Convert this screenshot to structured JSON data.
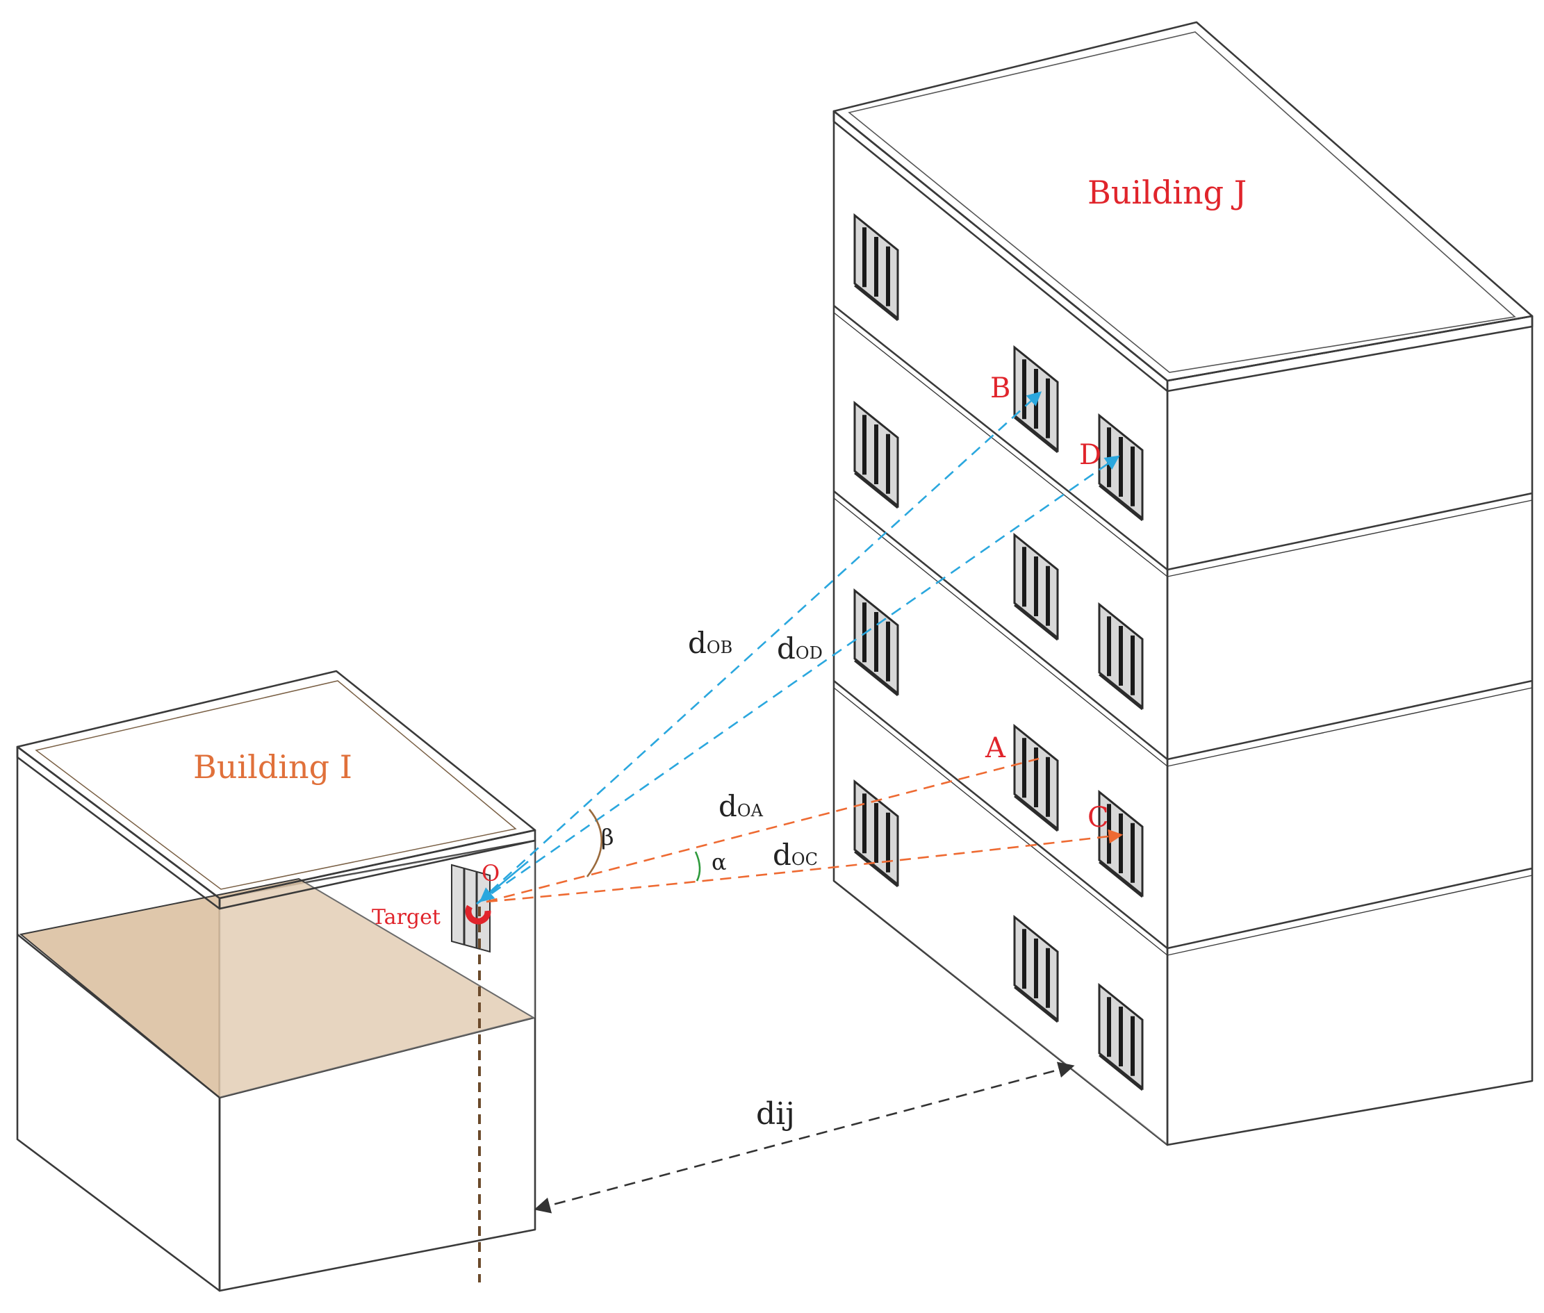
{
  "buildings": {
    "i": {
      "label": "Building I"
    },
    "j": {
      "label": "Building J"
    }
  },
  "labels": {
    "origin": "O",
    "target": "Target",
    "point_a": "A",
    "point_b": "B",
    "point_c": "C",
    "point_d": "D",
    "alpha": "α",
    "beta": "β",
    "d_ob": {
      "main": "d",
      "sub": "OB"
    },
    "d_od": {
      "main": "d",
      "sub": "OD"
    },
    "d_oa": {
      "main": "d",
      "sub": "OA"
    },
    "d_oc": {
      "main": "d",
      "sub": "OC"
    },
    "dij": "dij"
  },
  "colors": {
    "label_red": "#e0242b",
    "building_i_label": "#e0703a",
    "roof_tan": "#dcc3a5",
    "blue_ray": "#2aa7de",
    "orange_ray": "#ee6a32",
    "beta_arc": "#9a6a3c",
    "alpha_arc": "#2e9a3c",
    "target_pole": "#6b4a2b",
    "dim_line": "#333333"
  }
}
